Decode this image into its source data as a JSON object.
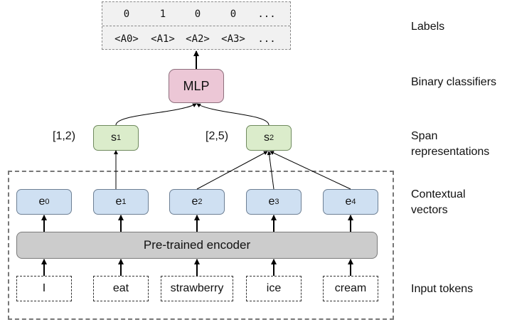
{
  "labels_box": {
    "values": [
      "0",
      "1",
      "0",
      "0",
      "..."
    ],
    "anchors": [
      "<A0>",
      "<A1>",
      "<A2>",
      "<A3>",
      "..."
    ]
  },
  "mlp": {
    "label": "MLP"
  },
  "spans": [
    {
      "base": "s",
      "sub": "1",
      "range": "[1,2)"
    },
    {
      "base": "s",
      "sub": "2",
      "range": "[2,5)"
    }
  ],
  "contextual_vectors": [
    {
      "base": "e",
      "sub": "0"
    },
    {
      "base": "e",
      "sub": "1"
    },
    {
      "base": "e",
      "sub": "2"
    },
    {
      "base": "e",
      "sub": "3"
    },
    {
      "base": "e",
      "sub": "4"
    }
  ],
  "encoder": {
    "label": "Pre-trained encoder"
  },
  "tokens": [
    "I",
    "eat",
    "strawberry",
    "ice",
    "cream"
  ],
  "side_labels": {
    "labels": "Labels",
    "binary_classifiers": "Binary classifiers",
    "span_line1": "Span",
    "span_line2": "representations",
    "ctx_line1": "Contextual",
    "ctx_line2": "vectors",
    "input_tokens": "Input tokens"
  }
}
